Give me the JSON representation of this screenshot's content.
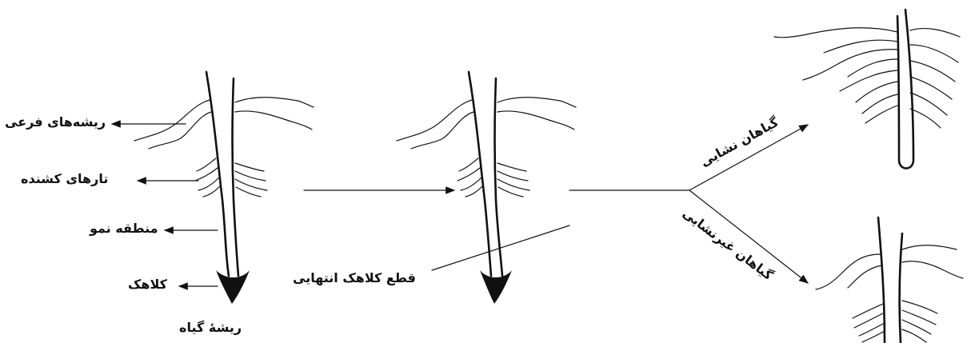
{
  "labels": {
    "lateral_roots": "ریشه‌های فرعی",
    "root_hairs": "تارهای کشنده",
    "growth_zone": "منطقه نمو",
    "root_cap": "کلاهک",
    "plant_root": "ریشهٔ گیاه",
    "cut_cap": "قطع کلاهک انتهایی",
    "transplanted": "گیاهان نشایی",
    "non_transplanted": "گیاهان غیرنشایی"
  }
}
